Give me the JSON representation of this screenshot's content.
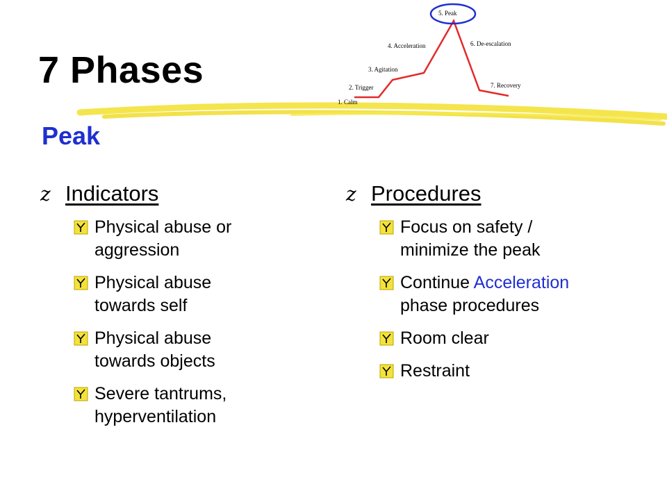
{
  "slide": {
    "title": "7 Phases",
    "subtitle": "Peak"
  },
  "phase_chart": {
    "labels": [
      "1. Calm",
      "2. Trigger",
      "3. Agitation",
      "4. Acceleration",
      "5. Peak",
      "6. De-escalation",
      "7. Recovery"
    ],
    "highlighted": "5. Peak",
    "line_color": "#e32a2a",
    "circle_color": "#1f2fd0"
  },
  "indicators": {
    "heading": "Indicators",
    "items": [
      {
        "line1": "Physical abuse or",
        "line2": "aggression"
      },
      {
        "line1": "Physical abuse",
        "line2": "towards self"
      },
      {
        "line1": "Physical abuse",
        "line2": "towards objects"
      },
      {
        "line1": "Severe tantrums,",
        "line2": "hyperventilation"
      }
    ]
  },
  "procedures": {
    "heading": "Procedures",
    "items": [
      {
        "line1": "Focus on safety /",
        "line2": "minimize the peak"
      },
      {
        "line1_pre": "Continue ",
        "line1_accent": "Acceleration",
        "line2": "phase procedures"
      },
      {
        "line1": "Room clear"
      },
      {
        "line1": "Restraint"
      }
    ]
  },
  "colors": {
    "accent_blue": "#1f2fd0",
    "highlighter_yellow": "#f3e23a",
    "bullet_yellow": "#f3e23a"
  },
  "icons": {
    "heading_bullet": "z",
    "item_bullet": "checkbox-icon"
  }
}
